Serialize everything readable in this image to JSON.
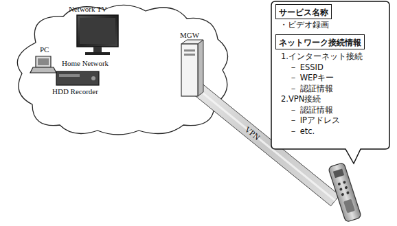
{
  "diagram": {
    "nodes": [
      {
        "text": [
          "Home Network"
        ]
      },
      {
        "text": [
          "・ビデオ録画",
          "1.インターネット接続",
          "－ ESSID",
          "－ WEPキー",
          "－ 認証情報",
          "2.VPN接続",
          "－ 認証情報",
          "－ IPアドレス",
          "－ etc."
        ]
      },
      {
        "text": [
          "サービス名称"
        ],
        "in": 1
      },
      {
        "text": [
          "ネットワーク接続情報"
        ],
        "in": 1
      }
    ],
    "labels": [
      "PC",
      "Network TV",
      "HDD Recorder",
      "MGW",
      "VPN"
    ]
  }
}
